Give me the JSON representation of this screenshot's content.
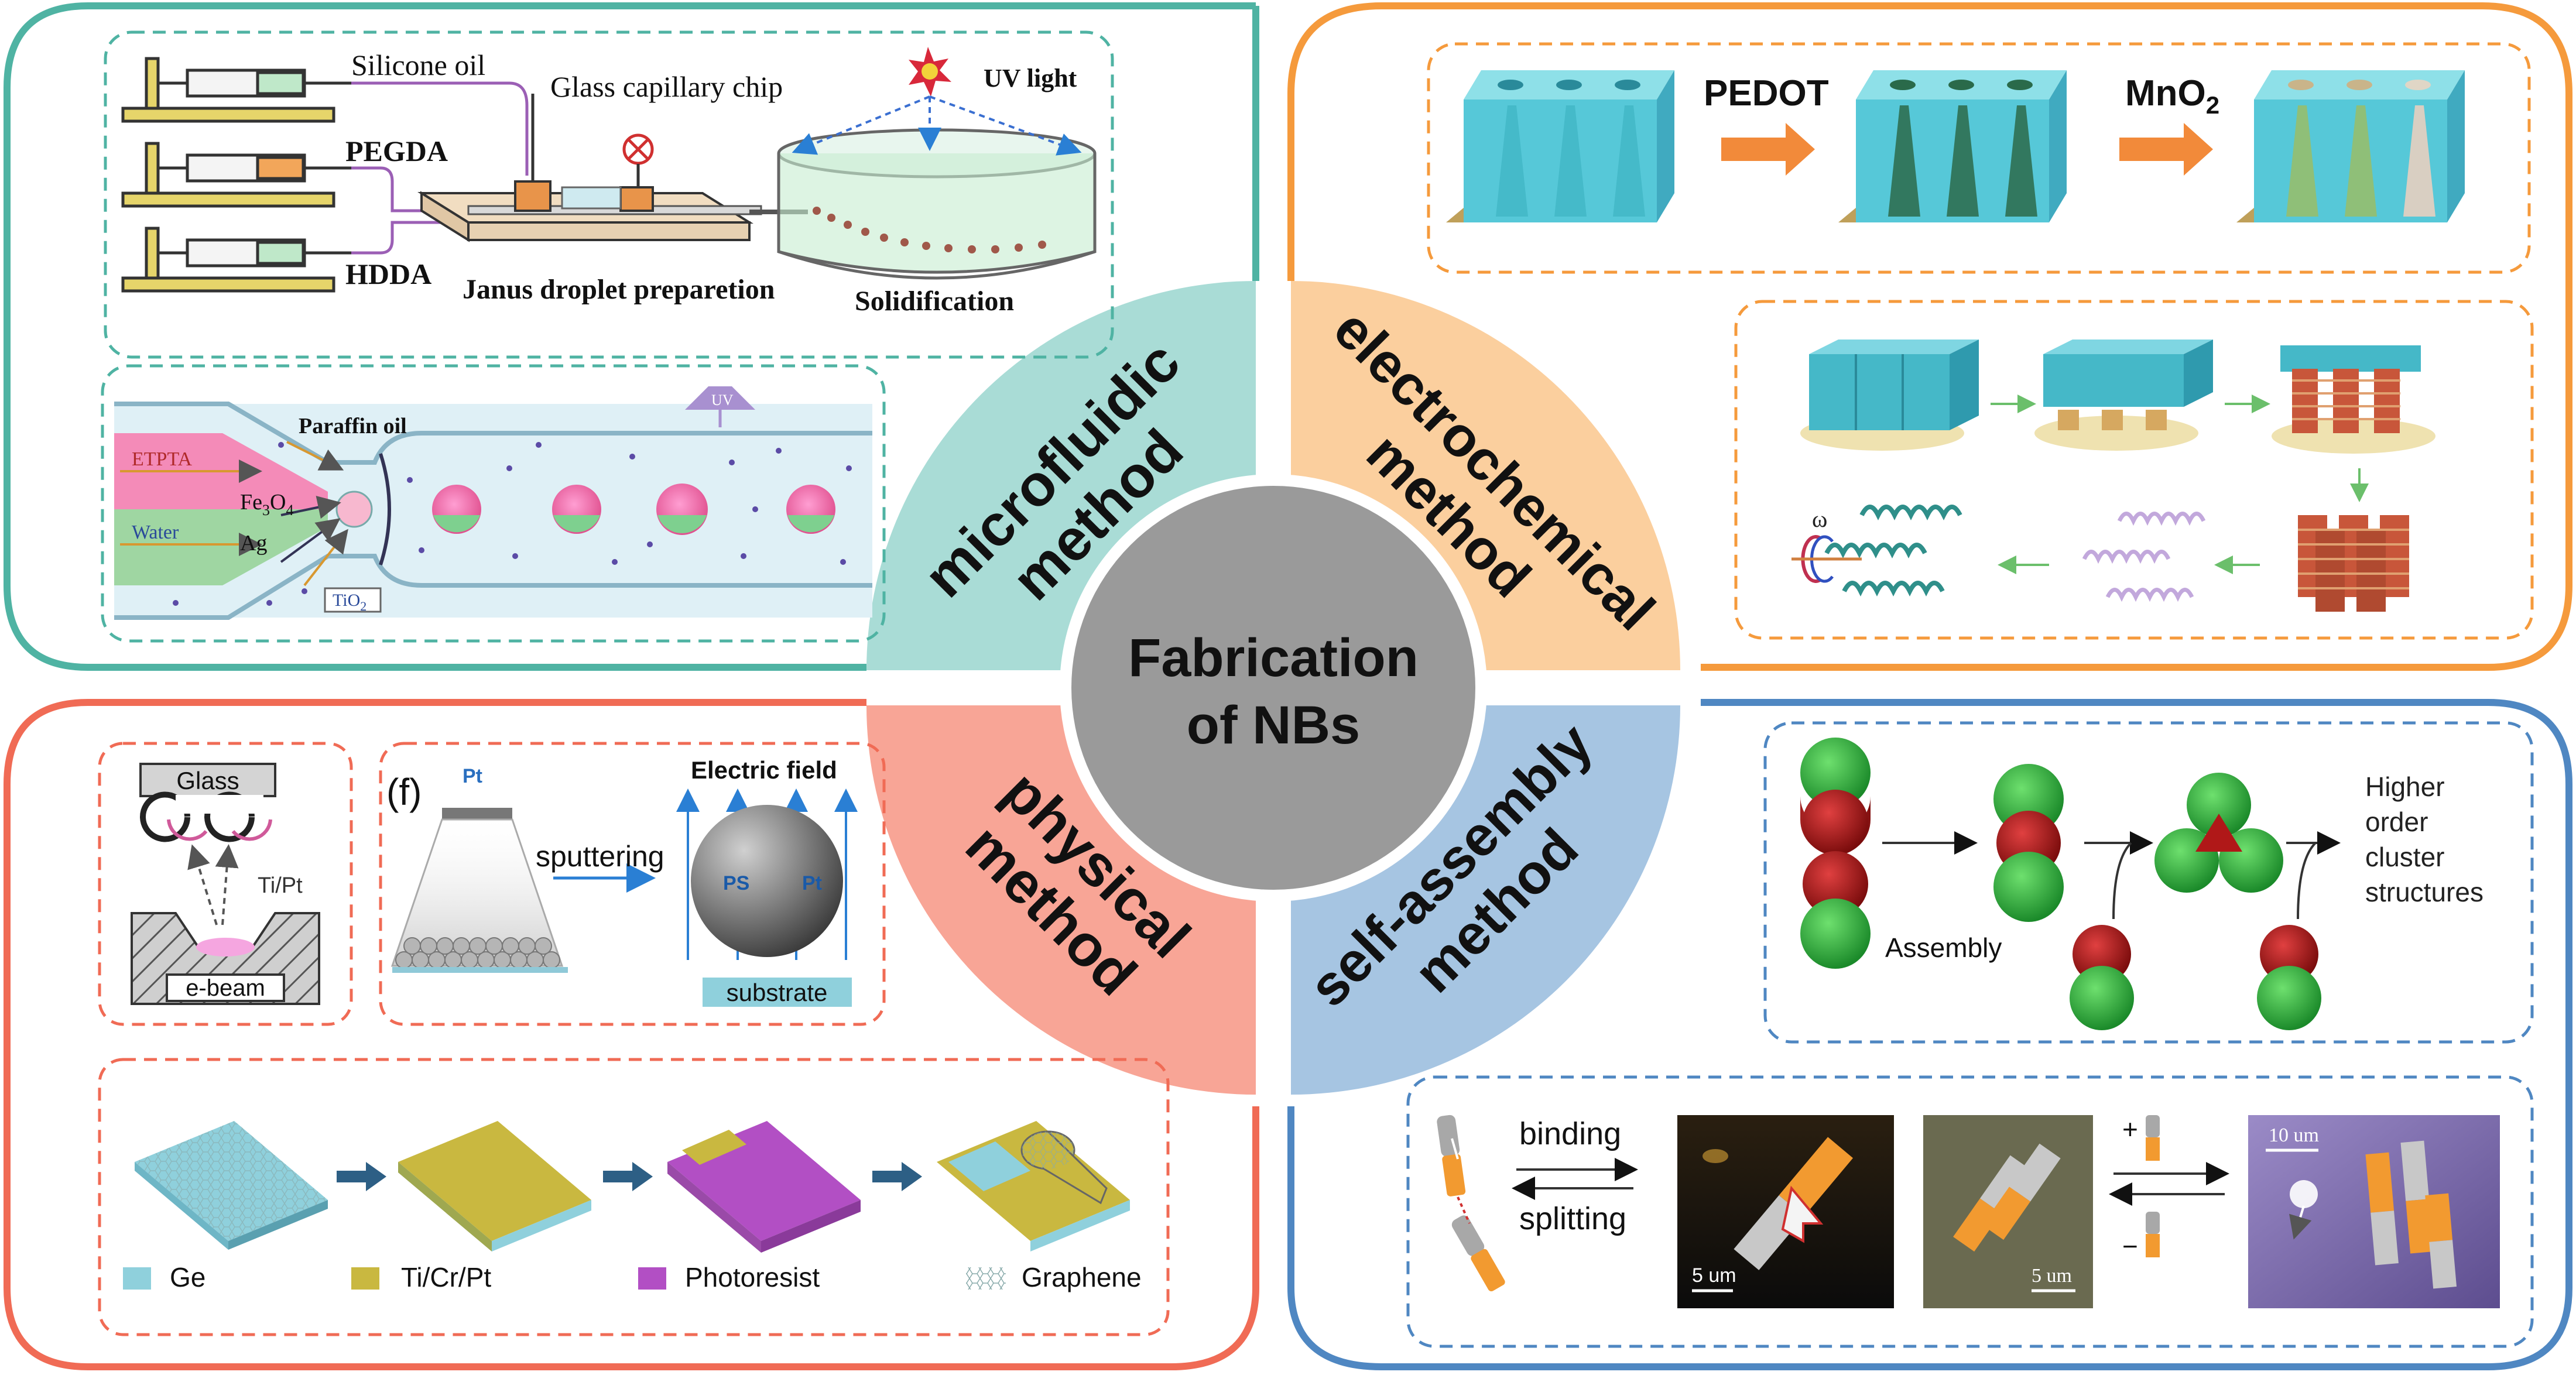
{
  "center": {
    "line1": "Fabrication",
    "line2": "of NBs"
  },
  "quadrants": {
    "microfluidic": {
      "line1": "microfluidic",
      "line2": "method"
    },
    "electrochemical": {
      "line1": "electrochemical",
      "line2": "method"
    },
    "physical": {
      "line1": "physical",
      "line2": "method"
    },
    "selfassembly": {
      "line1": "self-assembly",
      "line2": "method"
    }
  },
  "micro_panel1": {
    "silicone_oil": "Silicone oil",
    "glass_chip": "Glass capillary chip",
    "pegda": "PEGDA",
    "hdda": "HDDA",
    "janus": "Janus droplet preparetion",
    "solidification": "Solidification",
    "uv_light": "UV light"
  },
  "micro_panel2": {
    "paraffin": "Paraffin  oil",
    "uv": "UV",
    "etpta": "ETPTA",
    "fe3o4": "Fe",
    "fe3o4_sub1": "3",
    "fe3o4_mid": "O",
    "fe3o4_sub2": "4",
    "water": "Water",
    "ag": "Ag",
    "tio2": "TiO",
    "tio2_sub": "2"
  },
  "electro_panel1": {
    "pedot": "PEDOT",
    "mno2": "MnO",
    "mno2_sub": "2"
  },
  "electro_panel2": {
    "omega": "ω"
  },
  "physical_panel1": {
    "glass": "Glass",
    "tipt": "Ti/Pt",
    "ebeam": "e-beam"
  },
  "physical_panel2": {
    "f_label": "(f)",
    "pt_top": "Pt",
    "sputtering": "sputtering",
    "electric_field": "Electric field",
    "ps": "PS",
    "pt_sphere": "Pt",
    "substrate": "substrate"
  },
  "physical_panel3": {
    "legend": [
      {
        "label": "Ge",
        "color": "#8fd0dc"
      },
      {
        "label": "Ti/Cr/Pt",
        "color": "#c9b840"
      },
      {
        "label": "Photoresist",
        "color": "#b24fc4"
      },
      {
        "label": "Graphene",
        "color": "#ffffff"
      }
    ]
  },
  "sa_panel1": {
    "assembly": "Assembly",
    "higher1": "Higher",
    "higher2": "order",
    "higher3": "cluster",
    "higher4": "structures"
  },
  "sa_panel2": {
    "binding": "binding",
    "splitting": "splitting",
    "scale1": "5 um",
    "scale2": "5 um",
    "scale3": "10 um",
    "plus": "+",
    "minus": "−"
  },
  "colors": {
    "teal_frame": "#4fb3a3",
    "orange_frame": "#f59a3c",
    "red_frame": "#f06b55",
    "blue_frame": "#4f87c2",
    "q_micro": "#a9dcd6",
    "q_electro": "#fbcf9e",
    "q_physical": "#f8a596",
    "q_selfassembly": "#a6c5e2",
    "center": "#9a9a9a"
  }
}
